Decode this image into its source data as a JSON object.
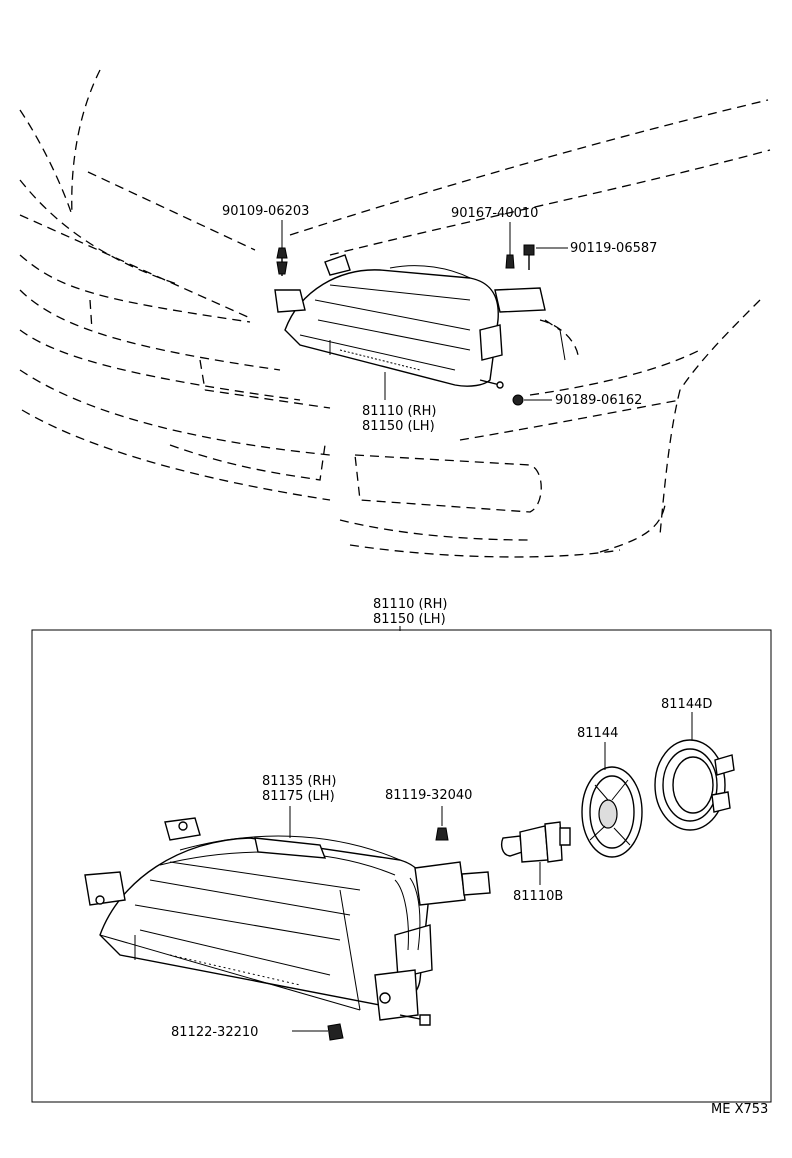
{
  "top_view": {
    "labels": {
      "screw_left": "90109-06203",
      "clip_center": "90167-40010",
      "bolt_right": "90119-06587",
      "nut_bottom": "90189-06162",
      "headlamp_rh": "81110 (RH)",
      "headlamp_lh": "81150 (LH)"
    }
  },
  "detail_view": {
    "labels": {
      "assembly_rh": "81110 (RH)",
      "assembly_lh": "81150 (LH)",
      "unit_rh": "81135 (RH)",
      "unit_lh": "81175 (LH)",
      "clip": "81119-32040",
      "bulb": "81110B",
      "socket": "81144",
      "cover": "81144D",
      "screw": "81122-32210"
    }
  },
  "footer": {
    "code": "ME X753"
  }
}
